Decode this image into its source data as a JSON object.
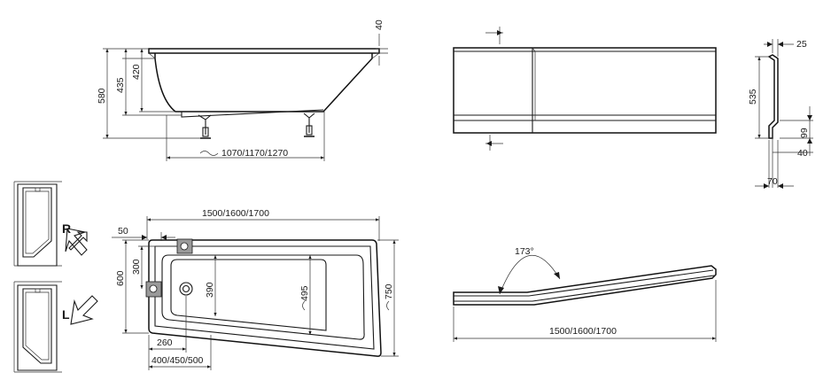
{
  "side_view": {
    "dim_rim": "40",
    "dim_580": "580",
    "dim_435": "435",
    "dim_420": "420",
    "dim_length": "1070/1170/1270"
  },
  "front_panel": {
    "dim_25": "25",
    "dim_535": "535",
    "dim_99": "99",
    "dim_40": "40",
    "dim_70": "70"
  },
  "orientation": {
    "right_label": "R",
    "left_label": "L"
  },
  "plan_view": {
    "dim_width": "1500/1600/1700",
    "dim_50": "50",
    "dim_300": "300",
    "dim_600": "600",
    "dim_390": "390",
    "dim_495": "495",
    "dim_750": "750",
    "dim_260": "260",
    "dim_drain": "400/450/500"
  },
  "panel_top": {
    "angle": "173°",
    "dim_width": "1500/1600/1700"
  },
  "colors": {
    "line": "#1a1a1a",
    "fitting": "#9a9a9a",
    "background": "#ffffff"
  }
}
